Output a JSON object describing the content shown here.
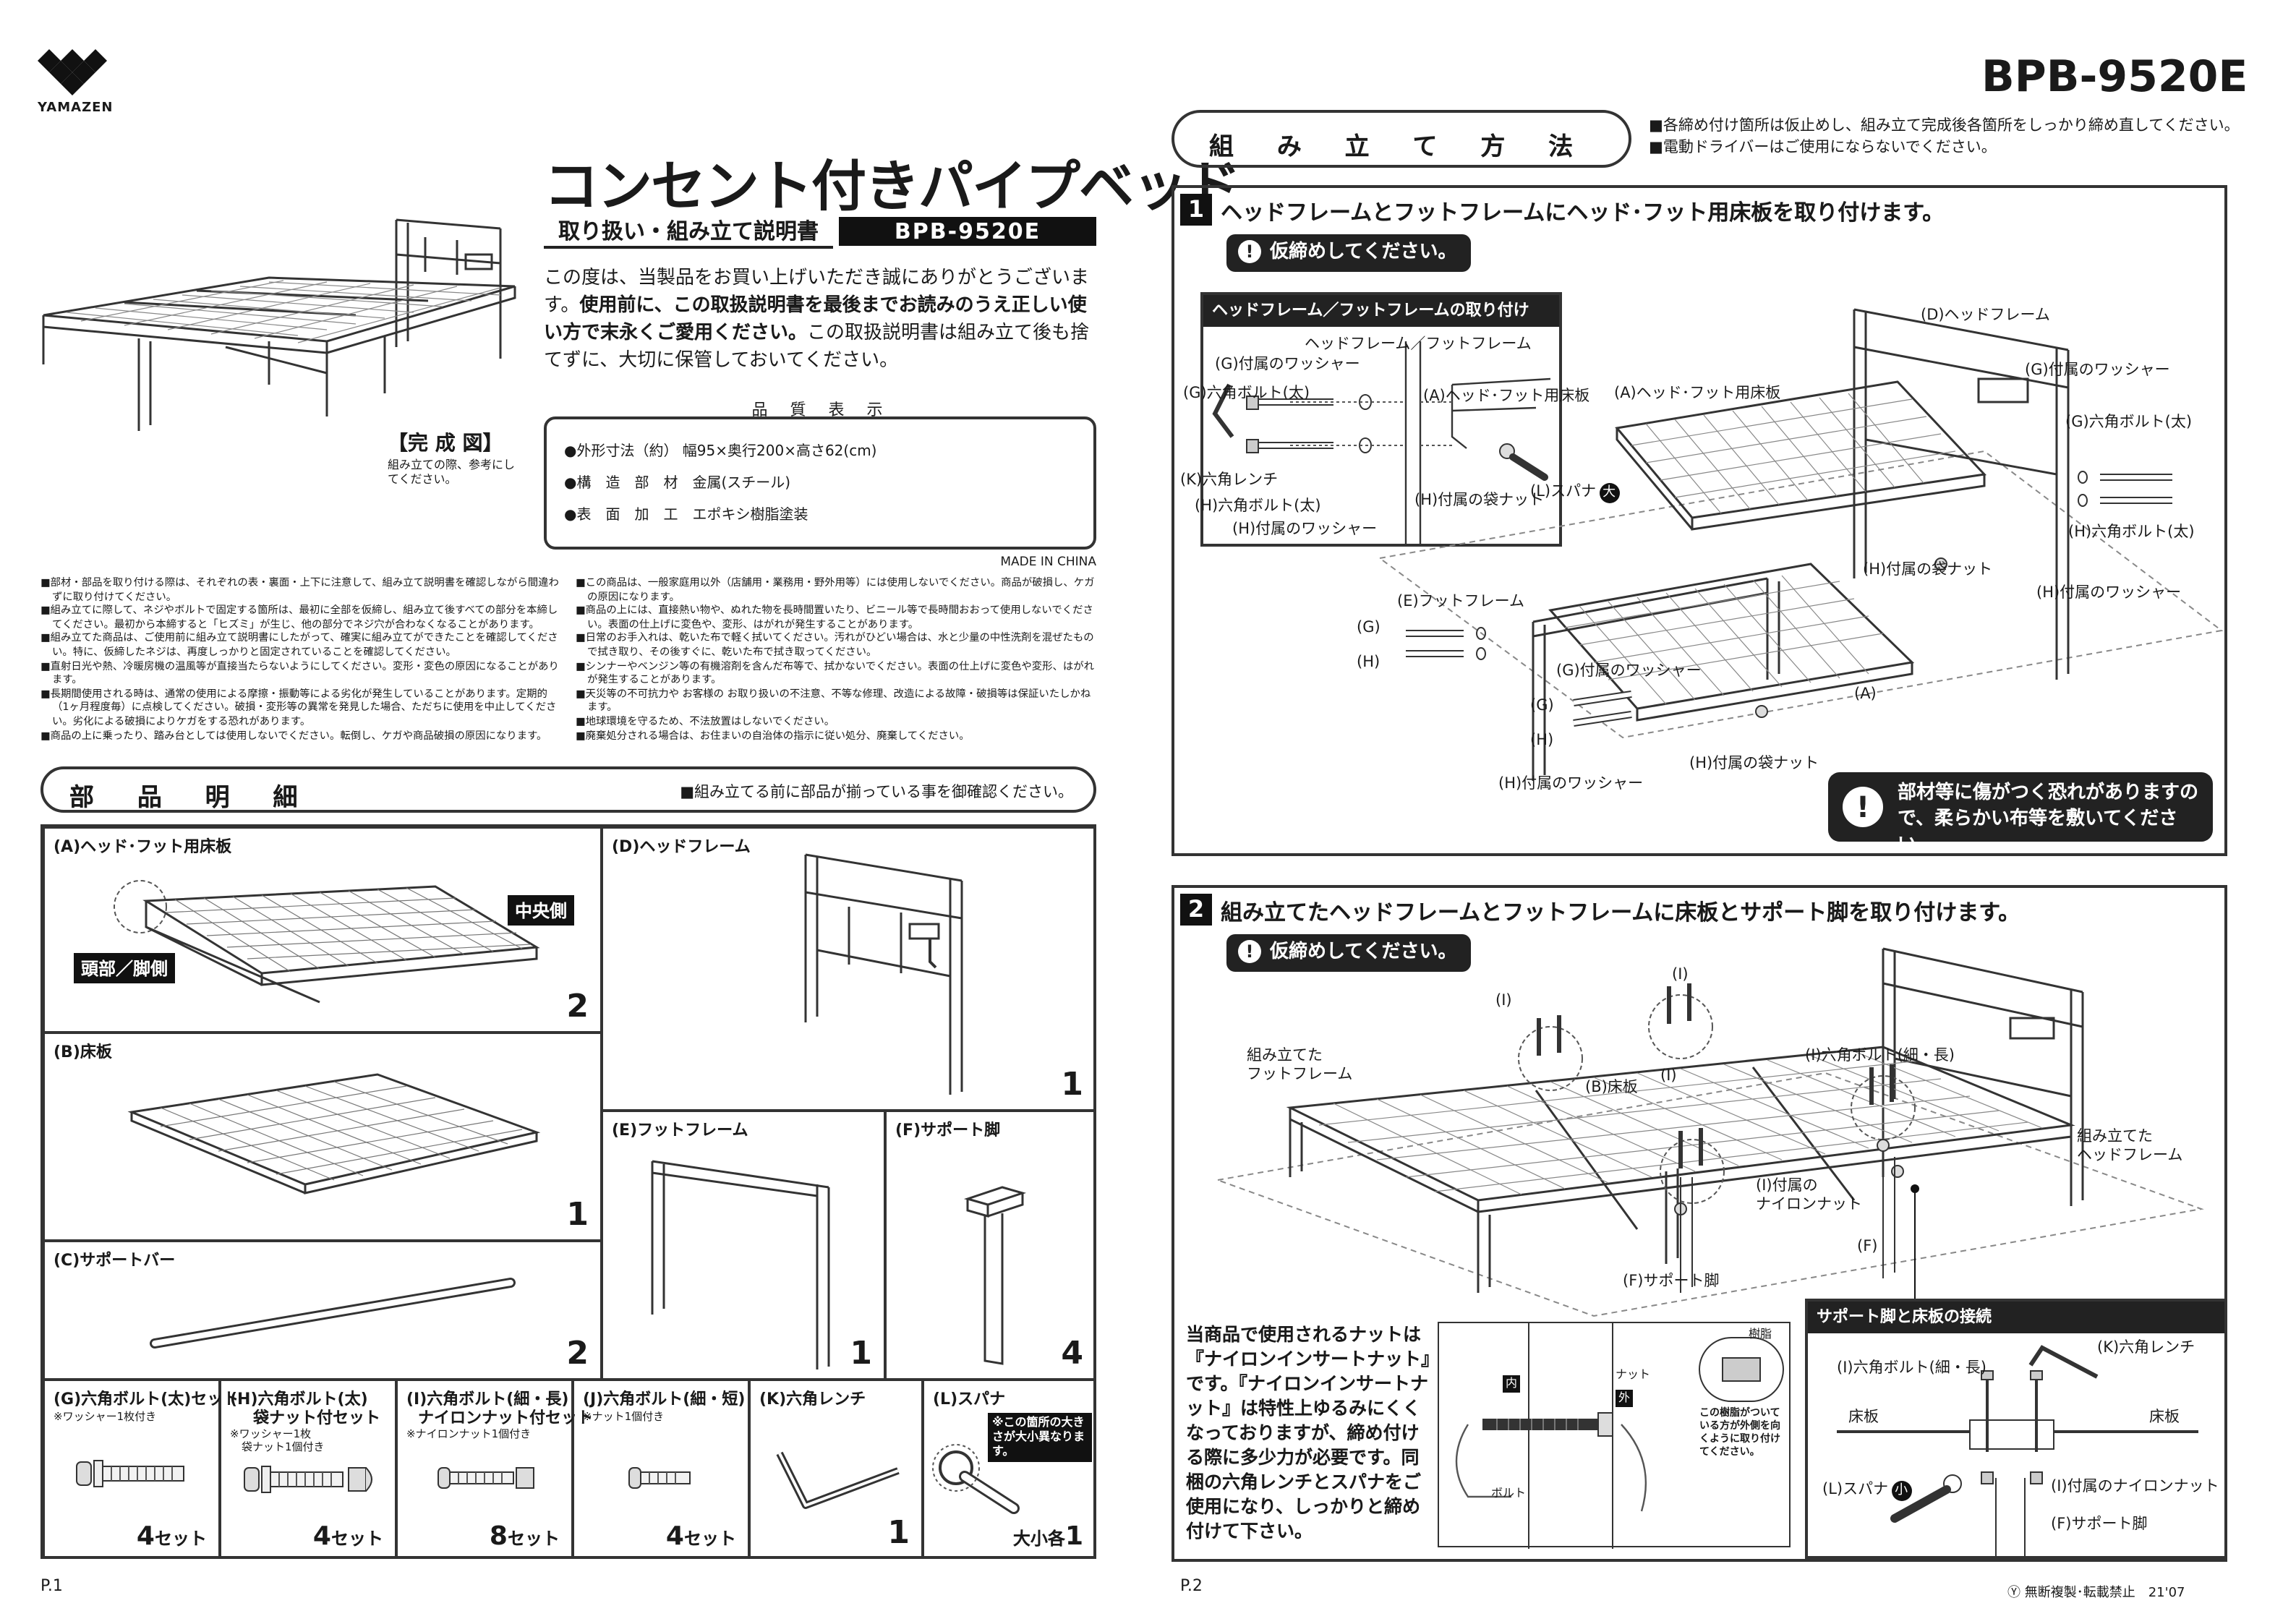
{
  "brand": {
    "name": "YAMAZEN"
  },
  "title": "コンセント付きパイプベッド",
  "subtitle": "取り扱い・組み立て説明書",
  "model": "BPB-9520E",
  "intro": {
    "p1": "この度は、当製品をお買い上げいただき誠にありがとうございます。",
    "p2_bold": "使用前に、この取扱説明書を最後までお読みのうえ正しい使い方で末永くご愛用ください。",
    "p3": "この取扱説明書は組み立て後も捨てずに、大切に保管しておいてください。"
  },
  "complete": {
    "label": "【完 成 図】",
    "note": "組み立ての際、参考にしてください。"
  },
  "quality": {
    "title": "品 質 表 示",
    "rows": [
      "●外形寸法（約） 幅95×奥行200×高さ62(cm)",
      "●構　造　部　材　金属(スチール)",
      "●表　面　加　工　エポキシ樹脂塗装"
    ]
  },
  "made_in": "MADE IN CHINA",
  "notes_left": [
    "部材・部品を取り付ける際は、それぞれの表・裏面・上下に注意して、組み立て説明書を確認しながら間違わずに取り付けてください。",
    "組み立てに際して、ネジやボルトで固定する箇所は、最初に全部を仮締し、組み立て後すべての部分を本締してください。最初から本締すると「ヒズミ」が生じ、他の部分でネジ穴が合わなくなることがあります。",
    "組み立てた商品は、ご使用前に組み立て説明書にしたがって、確実に組み立てができたことを確認してください。特に、仮締したネジは、再度しっかりと固定されていることを確認してください。",
    "直射日光や熱、冷暖房機の温風等が直接当たらないようにしてください。変形・変色の原因になることがあります。",
    "長期間使用される時は、通常の使用による摩擦・振動等による劣化が発生していることがあります。定期的（1ヶ月程度毎）に点検してください。破損・変形等の異常を発見した場合、ただちに使用を中止してください。劣化による破損によりケガをする恐れがあります。",
    "商品の上に乗ったり、踏み台としては使用しないでください。転倒し、ケガや商品破損の原因になります。"
  ],
  "notes_right": [
    "この商品は、一般家庭用以外（店舗用・業務用・野外用等）には使用しないでください。商品が破損し、ケガの原因になります。",
    "商品の上には、直接熱い物や、ぬれた物を長時間置いたり、ビニール等で長時間おおって使用しないでください。表面の仕上げに変色や、変形、はがれが発生することがあります。",
    "日常のお手入れは、乾いた布で軽く拭いてください。汚れがひどい場合は、水と少量の中性洗剤を混ぜたもので拭き取り、その後すぐに、乾いた布で拭き取ってください。",
    "シンナーやベンジン等の有機溶剤を含んだ布等で、拭かないでください。表面の仕上げに変色や変形、はがれが発生することがあります。",
    "天災等の不可抗力や お客様の お取り扱いの不注意、不等な修理、改造による故障・破損等は保証いたしかねます。",
    "地球環境を守るため、不法放置はしないでください。",
    "廃棄処分される場合は、お住まいの自治体の指示に従い処分、廃棄してください。"
  ],
  "parts": {
    "title": "部 品 明 細",
    "check_note": "■組み立てる前に部品が揃っている事を御確認ください。",
    "A": {
      "label": "(A)ヘッド･フット用床板",
      "tag_center": "中央側",
      "tag_head": "頭部／脚側",
      "qty": "2"
    },
    "B": {
      "label": "(B)床板",
      "qty": "1"
    },
    "C": {
      "label": "(C)サポートバー",
      "qty": "2"
    },
    "D": {
      "label": "(D)ヘッドフレーム",
      "qty": "1"
    },
    "E": {
      "label": "(E)フットフレーム",
      "qty": "1"
    },
    "F": {
      "label": "(F)サポート脚",
      "qty": "4"
    },
    "G": {
      "label": "(G)六角ボルト(太)セット",
      "sub": "※ワッシャー1枚付き",
      "qty_num": "4",
      "qty_unit": "セット"
    },
    "H": {
      "label": "(H)六角ボルト(太)",
      "label2": "袋ナット付セット",
      "sub": "※ワッシャー1枚",
      "sub2": "袋ナット1個付き",
      "qty_num": "4",
      "qty_unit": "セット"
    },
    "I": {
      "label": "(I)六角ボルト(細・長)",
      "label2": "ナイロンナット付セット",
      "sub": "※ナイロンナット1個付き",
      "qty_num": "8",
      "qty_unit": "セット"
    },
    "J": {
      "label": "(J)六角ボルト(細・短)",
      "sub": "※ナット1個付き",
      "qty_num": "4",
      "qty_unit": "セット"
    },
    "K": {
      "label": "(K)六角レンチ",
      "qty": "1"
    },
    "L": {
      "label": "(L)スパナ",
      "note": "※この箇所の大きさが大小異なります。",
      "qty_pre": "大小各",
      "qty_num": "1"
    }
  },
  "page1": "P.1",
  "assembly": {
    "title": "組 み 立 て 方 法",
    "note1": "■各締め付け箇所は仮止めし、組み立て完成後各箇所をしっかり締め直してください。",
    "note2": "■電動ドライバーはご使用にならないでください。"
  },
  "step1": {
    "num": "1",
    "title": "ヘッドフレームとフットフレームにヘッド･フット用床板を取り付けます。",
    "tag": "仮締めしてください。",
    "inset_title": "ヘッドフレーム／フットフレームの取り付け",
    "labels": {
      "frame": "ヘッドフレーム／フットフレーム",
      "g_washer": "(G)付属のワッシャー",
      "g_bolt": "(G)六角ボルト(太)",
      "a_board": "(A)ヘッド･フット用床板",
      "k_wrench": "(K)六角レンチ",
      "h_bolt": "(H)六角ボルト(太)",
      "h_nut": "(H)付属の袋ナット",
      "l_spanner": "(L)スパナ",
      "big": "大",
      "h_washer": "(H)付属のワッシャー",
      "d_head": "(D)ヘッドフレーム",
      "a_board2": "(A)ヘッド･フット用床板",
      "g_washer2": "(G)付属のワッシャー",
      "g_bolt2": "(G)六角ボルト(太)",
      "h_bolt2": "(H)六角ボルト(太)",
      "h_nut2": "(H)付属の袋ナット",
      "h_washer2": "(H)付属のワッシャー",
      "e_foot": "(E)フットフレーム",
      "g": "(G)",
      "h": "(H)",
      "g_washer3": "(G)付属のワッシャー",
      "a": "(A)",
      "g2": "(G)",
      "h2": "(H)",
      "h_nut3": "(H)付属の袋ナット",
      "h_washer3": "(H)付属のワッシャー"
    },
    "warning": "部材等に傷がつく恐れがありますので、柔らかい布等を敷いてください。"
  },
  "step2": {
    "num": "2",
    "title": "組み立てたヘッドフレームとフットフレームに床板とサポート脚を取り付けます。",
    "tag": "仮締めしてください。",
    "labels": {
      "i1": "(I)",
      "i2": "(I)",
      "i3": "(I)",
      "foot_assembled": "組み立てた\nフットフレーム",
      "b_board": "(B)床板",
      "i_bolt_long": "(I)六角ボルト(細・長)",
      "head_assembled": "組み立てた\nヘッドフレーム",
      "i_nylon": "(I)付属の\nナイロンナット",
      "f": "(F)",
      "f_leg": "(F)サポート脚"
    },
    "nut_text": "当商品で使用されるナットは『ナイロンインサートナット』です。『ナイロンインサートナット』は特性上ゆるみにくくなっておりますが、締め付ける際に多少力が必要です。同梱の六角レンチとスパナをご使用になり、しっかりと締め付けて下さい。",
    "nut_labels": {
      "in": "内",
      "out": "外",
      "nut": "ナット",
      "bolt": "ボルト",
      "resin": "樹脂",
      "resin_note": "この樹脂がついている方が外側を向くように取り付けてください。"
    },
    "connect": {
      "title": "サポート脚と床板の接続",
      "i_bolt": "(I)六角ボルト(細・長)",
      "k_wrench": "(K)六角レンチ",
      "board_l": "床板",
      "board_r": "床板",
      "l_spanner": "(L)スパナ",
      "small": "小",
      "i_nylon": "(I)付属のナイロンナット",
      "f_leg": "(F)サポート脚"
    }
  },
  "page2": "P.2",
  "copyright": "Ⓨ 無断複製･転載禁止　21'07"
}
